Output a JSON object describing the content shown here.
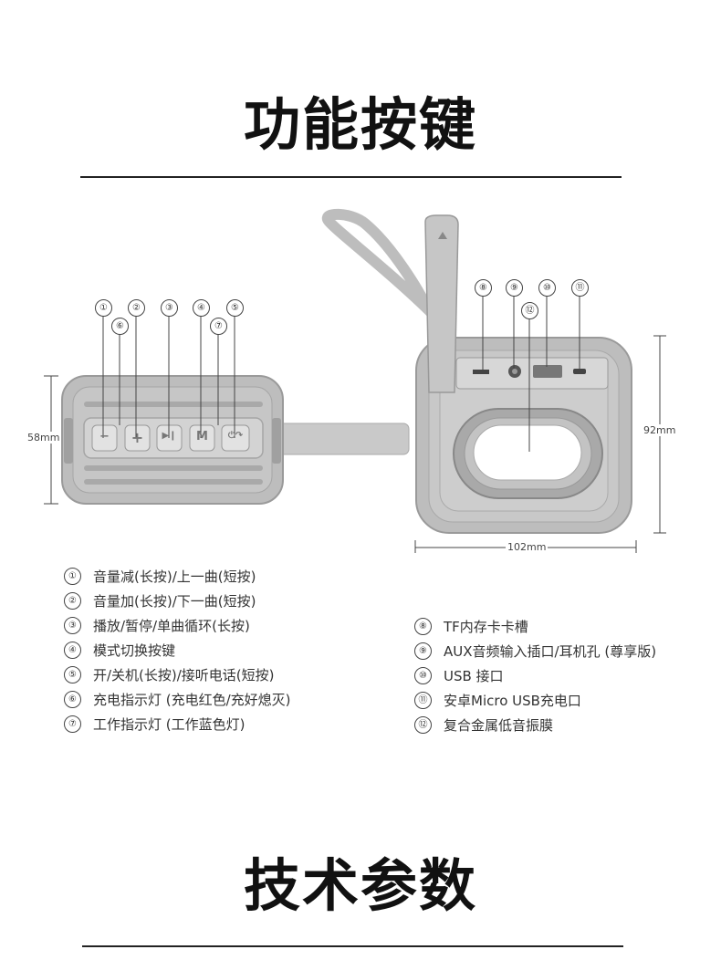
{
  "headings": {
    "functions": "功能按键",
    "specs": "技术参数"
  },
  "dimensions": {
    "height_left": "58mm",
    "height_right": "92mm",
    "width_right": "102mm"
  },
  "buttons": {
    "minus": "−",
    "plus": "+",
    "play": "▶❙",
    "mode": "M",
    "power": "⏻↷"
  },
  "callouts": [
    "①",
    "②",
    "③",
    "④",
    "⑤",
    "⑥",
    "⑦",
    "⑧",
    "⑨",
    "⑩",
    "⑪",
    "⑫"
  ],
  "features_left": [
    {
      "num": "①",
      "text": "音量减(长按)/上一曲(短按)"
    },
    {
      "num": "②",
      "text": "音量加(长按)/下一曲(短按)"
    },
    {
      "num": "③",
      "text": "播放/暂停/单曲循环(长按)"
    },
    {
      "num": "④",
      "text": "模式切换按键"
    },
    {
      "num": "⑤",
      "text": "开/关机(长按)/接听电话(短按)"
    },
    {
      "num": "⑥",
      "text": "充电指示灯 (充电红色/充好熄灭)"
    },
    {
      "num": "⑦",
      "text": "工作指示灯 (工作蓝色灯)"
    }
  ],
  "features_right": [
    {
      "num": "⑧",
      "text": "TF内存卡卡槽"
    },
    {
      "num": "⑨",
      "text": "AUX音频输入插口/耳机孔 (尊享版)"
    },
    {
      "num": "⑩",
      "text": "USB 接口"
    },
    {
      "num": "⑪",
      "text": "安卓Micro USB充电口"
    },
    {
      "num": "⑫",
      "text": "复合金属低音振膜"
    }
  ],
  "colors": {
    "body": "#bdbdbd",
    "body_dark": "#9e9e9e",
    "line": "#222222"
  }
}
